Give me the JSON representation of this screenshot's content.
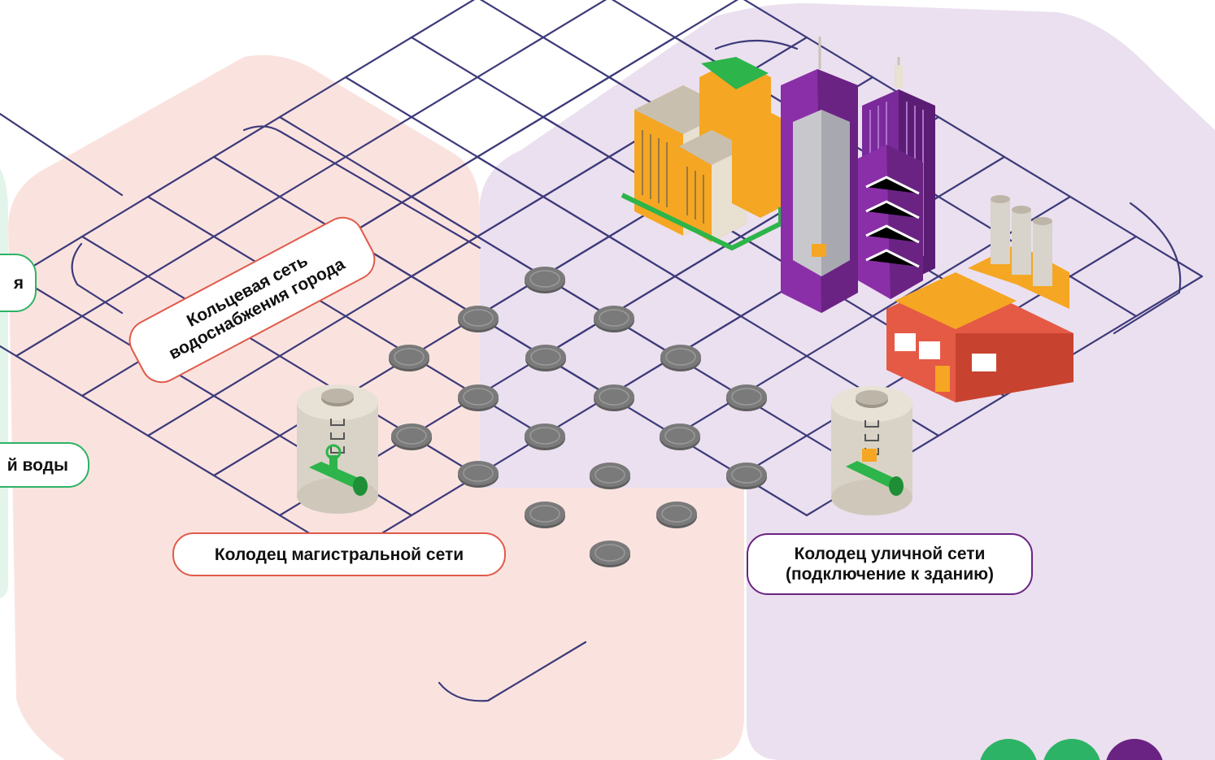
{
  "labels": {
    "ring_network": [
      "Кольцевая сеть",
      "водоснабжения города"
    ],
    "main_well": "Колодец магистральной сети",
    "street_well": [
      "Колодец уличной сети",
      "(подключение к зданию)"
    ],
    "left_cut_top": "я",
    "left_cut_bottom": "й воды"
  },
  "colors": {
    "pink_zone": "#fae3df",
    "purple_zone": "#ebe0ef",
    "green_zone": "#e3f4ea",
    "grid_line": "#3d3a7a",
    "manhole": "#7a7a7a",
    "pipe_green": "#2db44a",
    "accent_red": "#e05a4a",
    "accent_purple": "#6a2383",
    "accent_green": "#2db365"
  },
  "icons": [
    "water-well-icon",
    "manhole-icon",
    "office-building-icon",
    "skyscraper-icon",
    "factory-icon"
  ]
}
